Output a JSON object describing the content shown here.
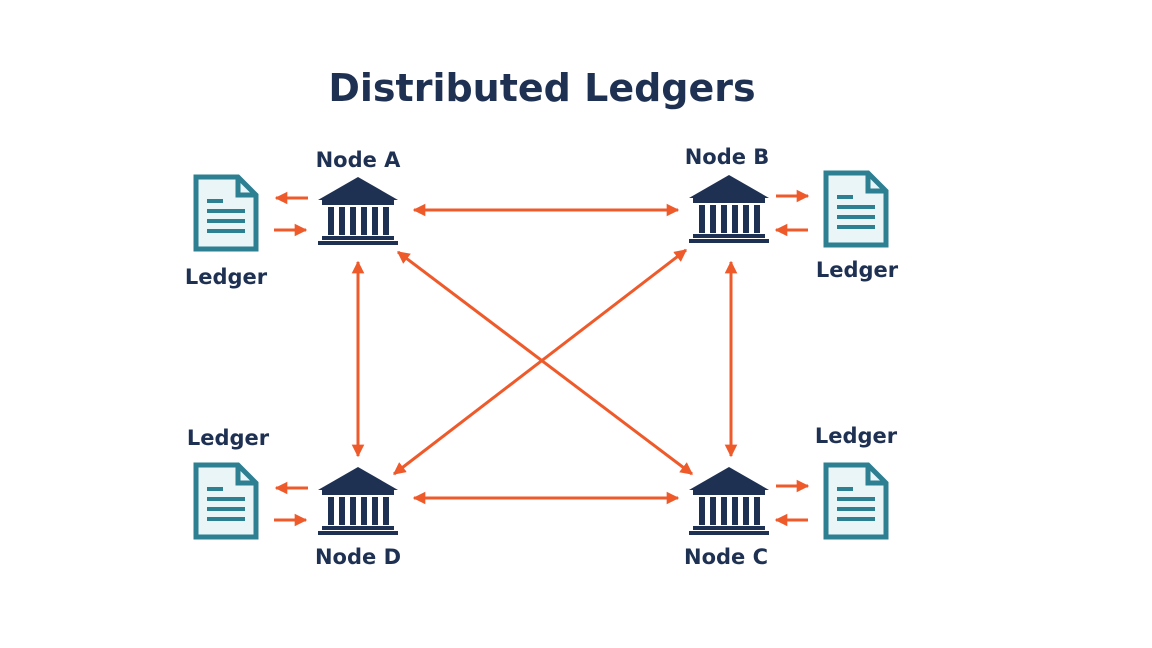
{
  "title": "Distributed Ledgers",
  "colors": {
    "navy": "#1f3153",
    "teal": "#2d7f92",
    "teal_light": "#eaf5f7",
    "arrow": "#ef5a2b"
  },
  "icons": {
    "node": "bank-building-icon",
    "ledger": "document-icon"
  },
  "nodes": {
    "a": {
      "label": "Node A",
      "ledger_label": "Ledger"
    },
    "b": {
      "label": "Node B",
      "ledger_label": "Ledger"
    },
    "c": {
      "label": "Node C",
      "ledger_label": "Ledger"
    },
    "d": {
      "label": "Node D",
      "ledger_label": "Ledger"
    }
  }
}
